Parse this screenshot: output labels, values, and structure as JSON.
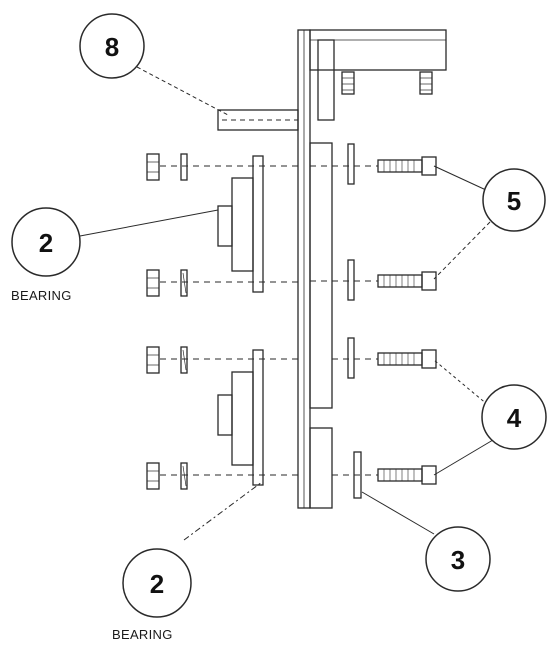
{
  "callouts": [
    {
      "number": "8"
    },
    {
      "number": "2"
    },
    {
      "number": "5"
    },
    {
      "number": "4"
    },
    {
      "number": "2"
    },
    {
      "number": "3"
    }
  ],
  "labels": {
    "bearing_top": "BEARING",
    "bearing_bottom": "BEARING"
  },
  "colors": {
    "line": "#2a2a2a",
    "background": "#ffffff"
  }
}
